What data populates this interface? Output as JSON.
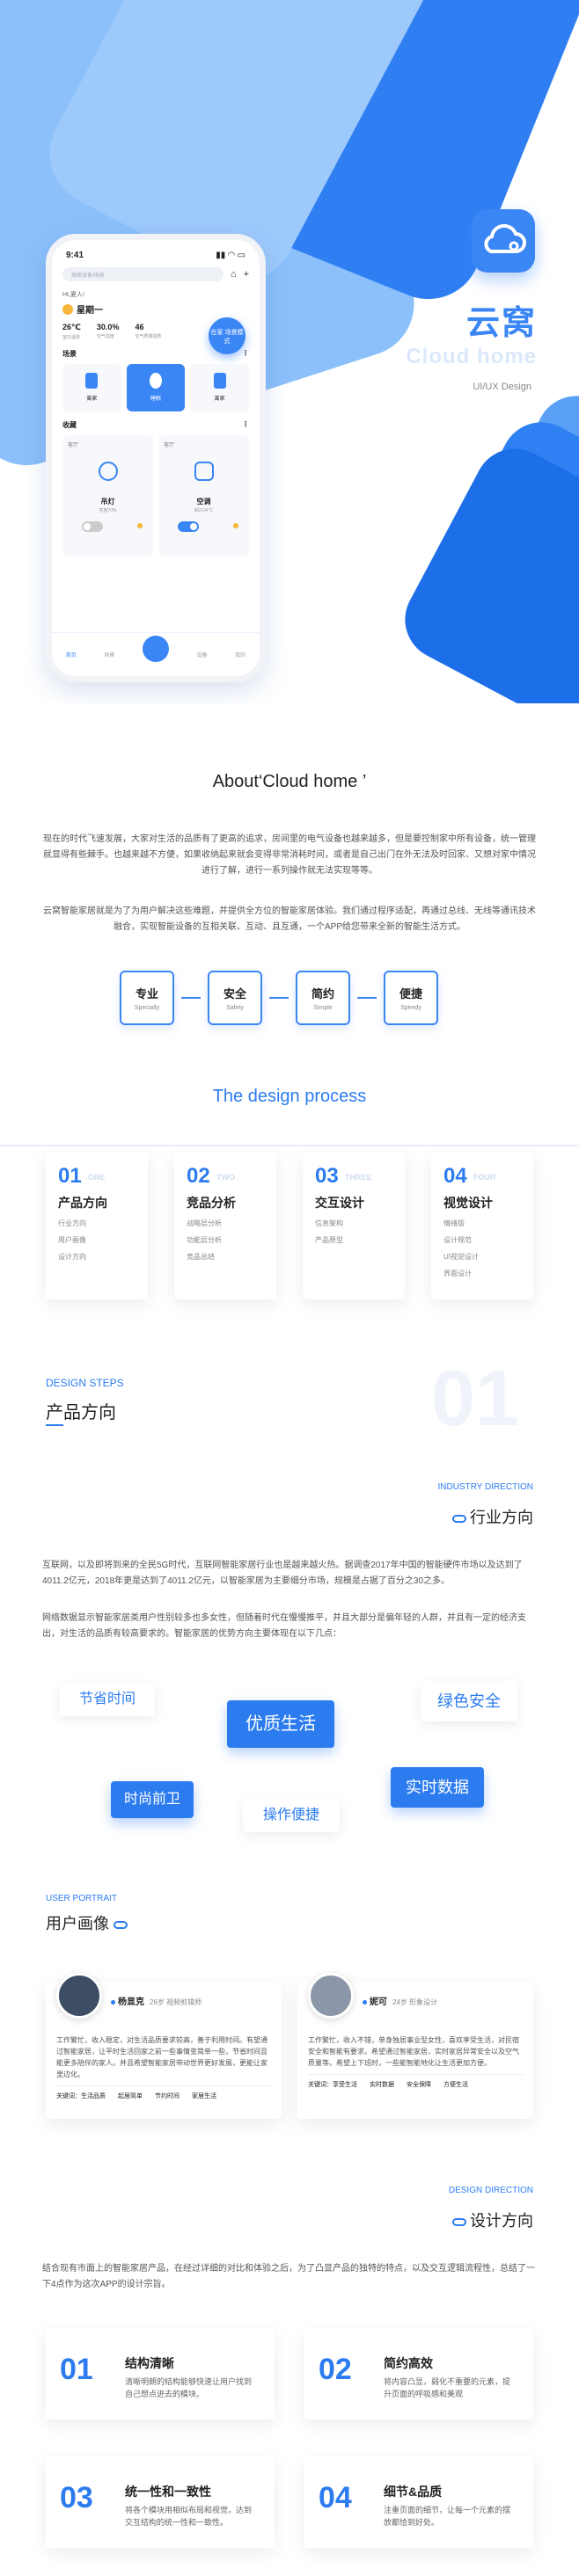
{
  "colors": {
    "accent": "#2c7cf0",
    "light": "#dbe8fb"
  },
  "phone": {
    "time": "9:41",
    "search_placeholder": "搜索设备/场景",
    "location": "HI,夏人!",
    "day": "星期一",
    "home_btn": "在家 场景模式",
    "stats": [
      {
        "v": "26℃",
        "l": "室内温度"
      },
      {
        "v": "30.0%",
        "l": "空气湿度"
      },
      {
        "v": "46",
        "l": "空气质量指数"
      }
    ],
    "scene_title": "场景",
    "scenes": [
      "离家",
      "睡眠",
      "离家"
    ],
    "fav_title": "收藏",
    "room": "客厅",
    "devices": [
      {
        "name": "吊灯",
        "status": "亮度70%"
      },
      {
        "name": "空调",
        "status": "制冷24℃"
      }
    ],
    "tabs": [
      "首页",
      "场景",
      "",
      "设备",
      "我的"
    ]
  },
  "hero": {
    "title": "云窝",
    "subtitle": "Cloud home",
    "ux": "UI/UX Design"
  },
  "about": {
    "title": "About‘Cloud home ’",
    "p1": "现在的时代飞速发展，大家对生活的品质有了更高的追求，房间里的电气设备也越来越多，但是要控制家中所有设备，统一管理就显得有些棘手。也越来越不方便，如果收纳起来就会变得非常消耗时间，或者是自己出门在外无法及时回家、又想对家中情况进行了解，进行一系列操作就无法实现等等。",
    "p2": "云窝智能家居就是为了为用户解决这些难题，并提供全方位的智能家居体验。我们通过程序适配，再通过总线、无线等通讯技术融合，实现智能设备的互相关联、互动、且互通，一个APP给您带来全新的智能生活方式。",
    "tags": [
      {
        "cn": "专业",
        "en": "Specialty"
      },
      {
        "cn": "安全",
        "en": "Safety"
      },
      {
        "cn": "简约",
        "en": "Simple"
      },
      {
        "cn": "便捷",
        "en": "Speedy"
      }
    ]
  },
  "process": {
    "title": "The design process",
    "items": [
      {
        "num": "01",
        "ghost": "ONE",
        "title": "产品方向",
        "lines": [
          "行业方向",
          "用户画像",
          "设计方向"
        ]
      },
      {
        "num": "02",
        "ghost": "TWO",
        "title": "竞品分析",
        "lines": [
          "战略层分析",
          "功能层分析",
          "竞品总结"
        ]
      },
      {
        "num": "03",
        "ghost": "THREE",
        "title": "交互设计",
        "lines": [
          "信息架构",
          "产品原型"
        ]
      },
      {
        "num": "04",
        "ghost": "FOUR",
        "title": "视觉设计",
        "lines": [
          "情绪版",
          "设计规范",
          "UI视觉设计",
          "界面设计"
        ]
      }
    ]
  },
  "steps": {
    "big": "01",
    "en": "DESIGN STEPS",
    "cn": "产品方向"
  },
  "industry": {
    "en": "INDUSTRY DIRECTION",
    "cn": "行业方向",
    "p1": "互联网，以及即将到来的全民5G时代，互联网智能家居行业也是越来越火热。据调查2017年中国的智能硬件市场以及达到了4011.2亿元，2018年更是达到了4011.2亿元，以智能家居为主要细分市场，规模是占据了百分之30之多。",
    "p2": "网络数据显示智能家居类用户性别较多也多女性，但随着时代在慢慢推平，并且大部分是偏年轻的人群，并且有一定的经济支出，对生活的品质有较高要求的。智能家居的优势方向主要体现在以下几点：",
    "pills": [
      "节省时间",
      "优质生活",
      "绿色安全",
      "时尚前卫",
      "操作便捷",
      "实时数据"
    ]
  },
  "portrait": {
    "en": "USER PORTRAIT",
    "cn": "用户画像",
    "people": [
      {
        "name": "杨显克",
        "meta": "26岁  视频剪辑师",
        "text": "工作繁忙，收入稳定，对生活品质要求较高，善于利用时间。有望通过智能家居，让平时生活回家之前一些事情变简单一些，节省时间且能更多陪伴的家人。并且希望智能家居带动世界更好发展，更能让家里边化。",
        "kw": [
          "关键词：生活品质",
          "起居简单",
          "节约时间",
          "家居生活"
        ]
      },
      {
        "name": "妮可",
        "meta": "24岁  形象设计",
        "text": "工作繁忙，收入不错，单身独居事业型女性，喜欢享受生活，对民宿安全和智能有要求。希望通过智能家居，实时家居异常安全以及空气质量等。希望上下班时，一些能智能地化让生活更加方便。",
        "kw": [
          "关键词：享受生活",
          "实时数据",
          "安全保障",
          "方便生活"
        ]
      }
    ]
  },
  "direction": {
    "en": "DESIGN DIRECTION",
    "cn": "设计方向",
    "p": "结合现有市面上的智能家居产品，在经过详细的对比和体验之后，为了凸显产品的独特的特点，以及交互逻辑流程性，总结了一下4点作为这次APP的设计宗旨。",
    "items": [
      {
        "n": "01",
        "t": "结构清晰",
        "d": "清晰明朗的结构能够快速让用户找到自己想点进去的模块。"
      },
      {
        "n": "02",
        "t": "简约高效",
        "d": "将内容凸显，弱化不重要的元素，提升页面的呼吸感和美观"
      },
      {
        "n": "03",
        "t": "统一性和一致性",
        "d": "将各个模块用相似布局和视觉，达到交互结构的统一性和一致性。"
      },
      {
        "n": "04",
        "t": "细节&品质",
        "d": "注重页面的细节，让每一个元素的摆放都恰到好处。"
      }
    ]
  }
}
